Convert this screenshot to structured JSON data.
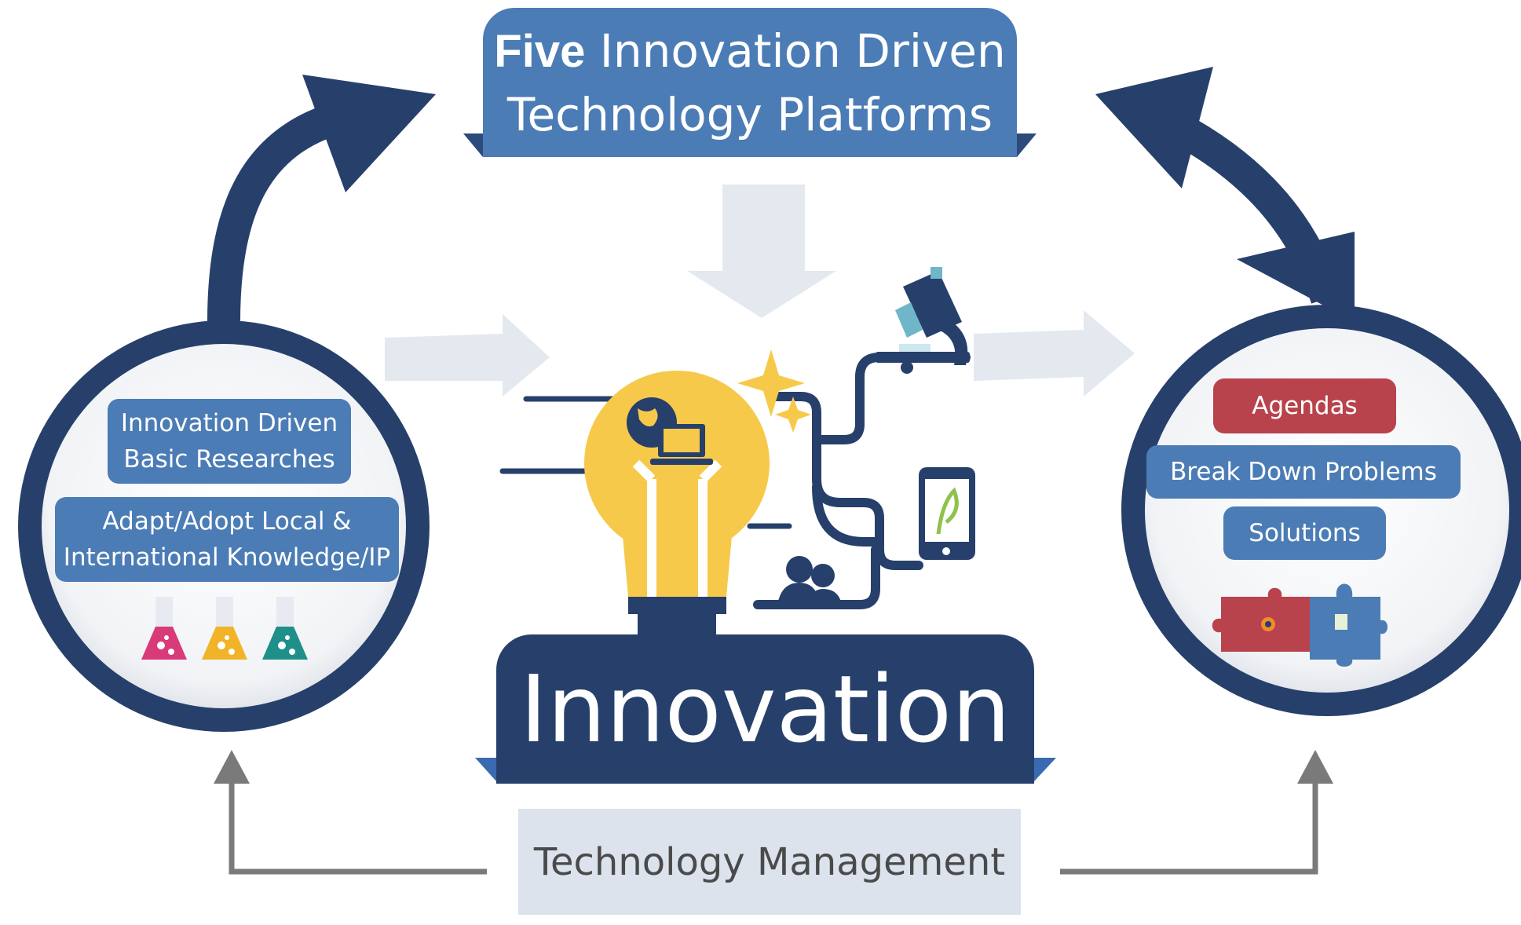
{
  "top_box": {
    "line1_bold": "Five",
    "line1_rest": "Innovation Driven",
    "line2": "Technology Platforms"
  },
  "center_box": {
    "label": "Innovation"
  },
  "bottom_box": {
    "label": "Technology Management"
  },
  "left_circle": {
    "box1": {
      "line1": "Innovation Driven",
      "line2": "Basic Researches"
    },
    "box2": {
      "line1": "Adapt/Adopt Local &",
      "line2": "International Knowledge/IP"
    }
  },
  "right_circle": {
    "agendas": "Agendas",
    "break_down": "Break Down Problems",
    "solutions": "Solutions"
  },
  "colors": {
    "navy": "#27406b",
    "blue": "#4b7cb5",
    "red": "#b8434c",
    "yellow": "#f7c94a",
    "pale_blue": "#dce3ed",
    "gray": "#7a7a7a"
  }
}
